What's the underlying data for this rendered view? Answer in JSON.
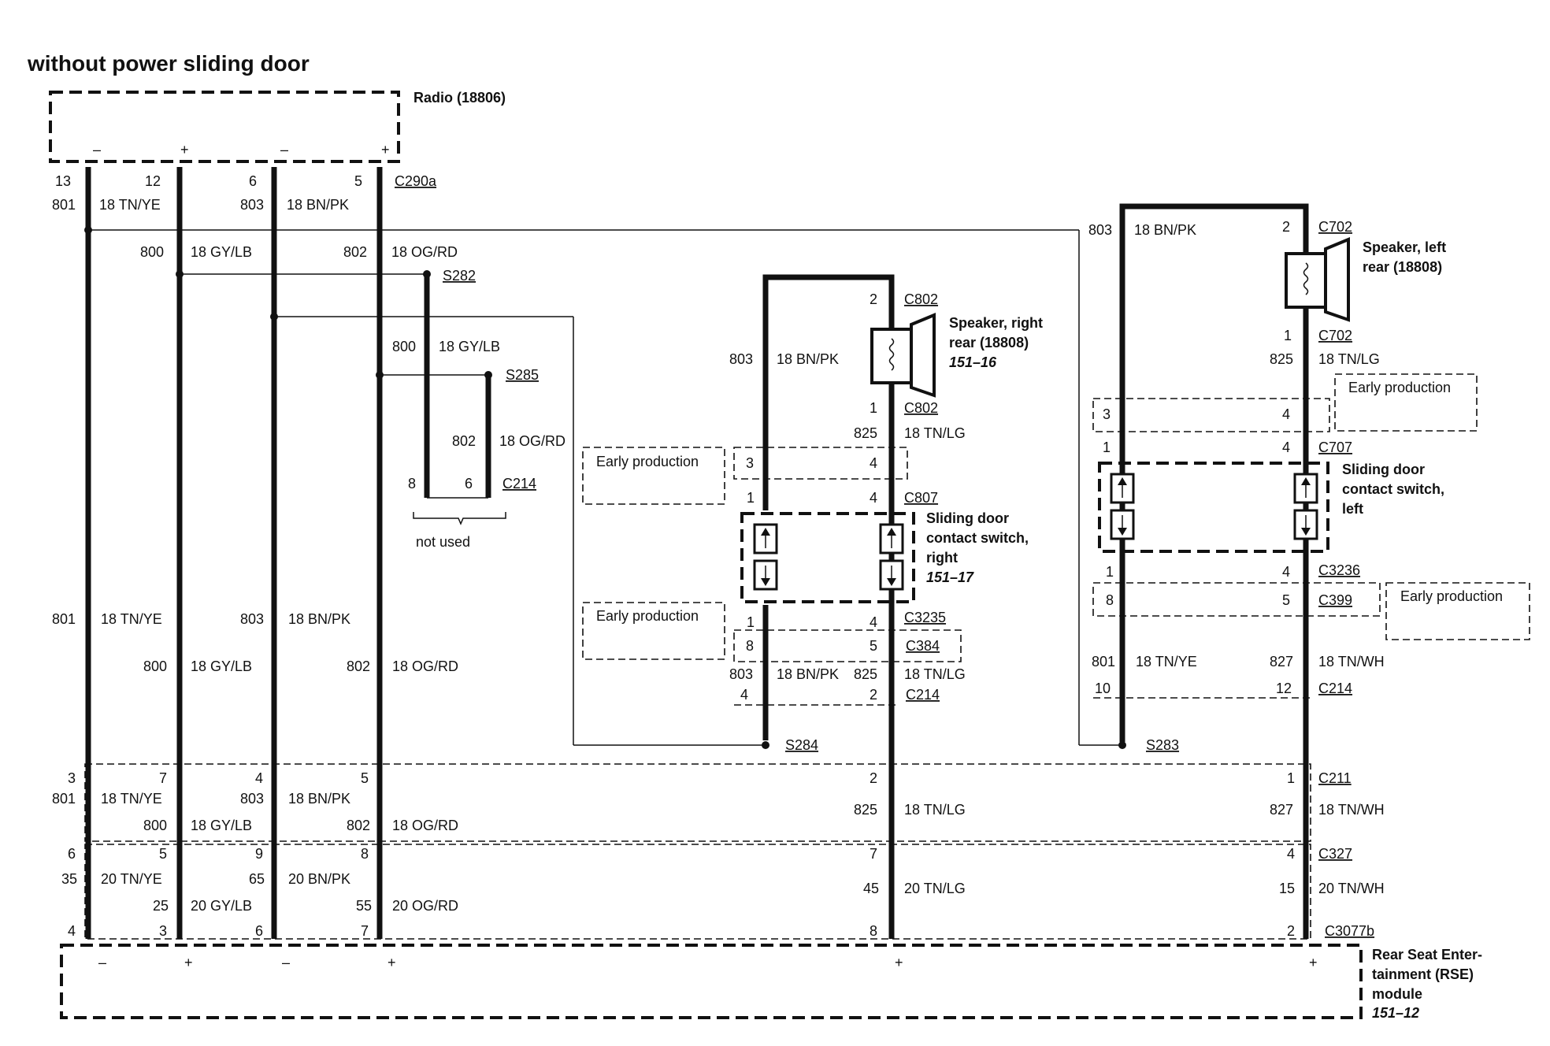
{
  "title": "without power sliding door",
  "radio": {
    "label": "Radio (18806)",
    "connector": "C290a"
  },
  "rse": {
    "label_lines": [
      "Rear Seat Enter-",
      "tainment (RSE)",
      "module"
    ],
    "ref": "151–12"
  },
  "speaker_right": {
    "label_lines": [
      "Speaker, right",
      "rear (18808)"
    ],
    "ref": "151–16"
  },
  "speaker_left": {
    "label_lines": [
      "Speaker, left",
      "rear (18808)"
    ]
  },
  "switch_right": {
    "label_lines": [
      "Sliding door",
      "contact switch,",
      "right"
    ],
    "ref": "151–17"
  },
  "switch_left": {
    "label_lines": [
      "Sliding door",
      "contact switch,",
      "left"
    ]
  },
  "early_production": "Early production",
  "not_used": "not used",
  "polarity": {
    "minus": "–",
    "plus": "+"
  },
  "labels": {
    "r13": "13",
    "r12": "12",
    "r6": "6",
    "r5": "5",
    "c801a": "801",
    "tnye_a": "18 TN/YE",
    "c803a": "803",
    "bnpk_a": "18 BN/PK",
    "c800a": "800",
    "gylb_a": "18 GY/LB",
    "c802a": "802",
    "ogrd_a": "18 OG/RD",
    "s282": "S282",
    "s285": "S285",
    "s284": "S284",
    "s283": "S283",
    "c800b": "800",
    "gylb_b": "18 GY/LB",
    "c802b": "802",
    "ogrd_b": "18 OG/RD",
    "p8": "8",
    "p6": "6",
    "c214a": "C214",
    "c801b": "801",
    "tnye_b": "18 TN/YE",
    "c803b": "803",
    "bnpk_b": "18 BN/PK",
    "c800c": "800",
    "gylb_c": "18 GY/LB",
    "c802c": "802",
    "ogrd_c": "18 OG/RD",
    "sr_p2": "2",
    "c802_top": "C802",
    "sr_803": "803",
    "sr_bnpk": "18 BN/PK",
    "sr_p1": "1",
    "c802_bot": "C802",
    "sr_825": "825",
    "sr_tnlg": "18 TN/LG",
    "ep1_3": "3",
    "ep1_4": "4",
    "c807_1": "1",
    "c807_4": "4",
    "c807": "C807",
    "c3235_1": "1",
    "c3235_4": "4",
    "c3235": "C3235",
    "c384_8": "8",
    "c384_5": "5",
    "c384": "C384",
    "r_803": "803",
    "r_bnpk": "18 BN/PK",
    "r_825": "825",
    "r_tnlg": "18 TN/LG",
    "c214r_4": "4",
    "c214r_2": "2",
    "c214b": "C214",
    "sl_803": "803",
    "sl_bnpk": "18 BN/PK",
    "sl_p2": "2",
    "c702_top": "C702",
    "sl_p1": "1",
    "c702_bot": "C702",
    "sl_825": "825",
    "sl_tnlg": "18 TN/LG",
    "ep3_3": "3",
    "ep3_4": "4",
    "c707_1": "1",
    "c707_4": "4",
    "c707": "C707",
    "c3236_1": "1",
    "c3236_4": "4",
    "c3236": "C3236",
    "c399_8": "8",
    "c399_5": "5",
    "c399": "C399",
    "l_801": "801",
    "l_tnye": "18 TN/YE",
    "l_827": "827",
    "l_tnwh": "18 TN/WH",
    "c214l_10": "10",
    "c214l_12": "12",
    "c214c": "C214",
    "c211_3": "3",
    "c211_7": "7",
    "c211_4": "4",
    "c211_5": "5",
    "c211_2": "2",
    "c211_1": "1",
    "c211": "C211",
    "w211_801": "801",
    "w211_tnye": "18 TN/YE",
    "w211_803": "803",
    "w211_bnpk": "18 BN/PK",
    "w211_825": "825",
    "w211_tnlg": "18 TN/LG",
    "w211_827": "827",
    "w211_tnwh": "18 TN/WH",
    "w211_800": "800",
    "w211_gylb": "18 GY/LB",
    "w211_802": "802",
    "w211_ogrd": "18 OG/RD",
    "c327_6": "6",
    "c327_5": "5",
    "c327_9": "9",
    "c327_8": "8",
    "c327_7": "7",
    "c327_4": "4",
    "c327": "C327",
    "w327_35": "35",
    "w327_tnye": "20 TN/YE",
    "w327_65": "65",
    "w327_bnpk": "20 BN/PK",
    "w327_45": "45",
    "w327_tnlg": "20 TN/LG",
    "w327_15": "15",
    "w327_tnwh": "20 TN/WH",
    "w327_25": "25",
    "w327_gylb": "20 GY/LB",
    "w327_55": "55",
    "w327_ogrd": "20 OG/RD",
    "c3077_4": "4",
    "c3077_3": "3",
    "c3077_6": "6",
    "c3077_7": "7",
    "c3077_8": "8",
    "c3077_2": "2",
    "c3077b": "C3077b"
  }
}
